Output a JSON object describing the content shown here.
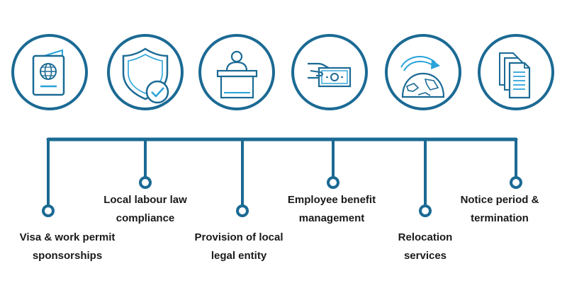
{
  "colors": {
    "primary": "#1b6a94",
    "icon_accent": "#29a3d9",
    "text": "#1a1a1a"
  },
  "services": [
    {
      "icon": "passport-globe-icon",
      "line1": "Visa & work permit",
      "line2": "sponsorships"
    },
    {
      "icon": "shield-check-icon",
      "line1": "Local labour law",
      "line2": "compliance"
    },
    {
      "icon": "reception-desk-icon",
      "line1": "Provision of local",
      "line2": "legal entity"
    },
    {
      "icon": "hand-banknote-icon",
      "line1": "Employee benefit",
      "line2": "management"
    },
    {
      "icon": "globe-relocation-arrow-icon",
      "line1": "Relocation",
      "line2": "services"
    },
    {
      "icon": "documents-stack-icon",
      "line1": "Notice period &",
      "line2": "termination"
    }
  ]
}
